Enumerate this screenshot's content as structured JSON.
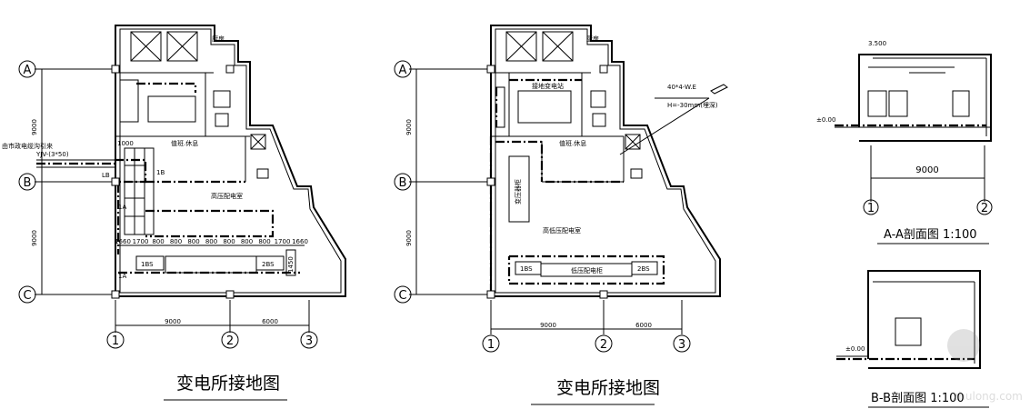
{
  "plans": [
    {
      "title": "变电所接地图",
      "axes_rows": [
        "A",
        "B",
        "C"
      ],
      "axes_cols": [
        "1",
        "2",
        "3"
      ],
      "dims_vertical": [
        "9000",
        "9000"
      ],
      "dims_horizontal": [
        "9000",
        "6000"
      ],
      "cable_label": "YJV-(3*50)",
      "cable_note": "由市政电缆沟引来",
      "rooms": {
        "top_right": "厨房",
        "office": "值班.休息",
        "hv_room": "高压配电室"
      },
      "widths": [
        "1660",
        "1700",
        "800",
        "800",
        "800",
        "800",
        "800",
        "800",
        "800",
        "1700",
        "1660"
      ],
      "transformers": [
        "1BS",
        "2BS"
      ],
      "labels_small": [
        "1000",
        "1B",
        "LB",
        "1A",
        "1A",
        "1450"
      ]
    },
    {
      "title": "变电所接地图",
      "axes_rows": [
        "A",
        "B",
        "C"
      ],
      "axes_cols": [
        "1",
        "2",
        "3"
      ],
      "dims_vertical": [
        "9000",
        "9000"
      ],
      "dims_horizontal": [
        "9000",
        "6000"
      ],
      "rooms": {
        "top_right": "厨房",
        "transformer_room": "接地变电站",
        "office": "值班.休息",
        "hv_room": "高低压配电室",
        "cabinet": "变压器柜"
      },
      "transformers": [
        "1BS",
        "2BS"
      ],
      "bus": "低压配电柜",
      "note_line1": "40*4-W.E",
      "note_line2": "H=-30mm(埋深)"
    }
  ],
  "sections": [
    {
      "title": "A-A剖面图 1:100",
      "dim": "9000",
      "axes": [
        "1",
        "2"
      ],
      "elev_left": "±0.00",
      "elev_top": "3.500"
    },
    {
      "title": "B-B剖面图 1:100",
      "elev": "±0.00"
    }
  ],
  "watermark": "zhulong.com"
}
